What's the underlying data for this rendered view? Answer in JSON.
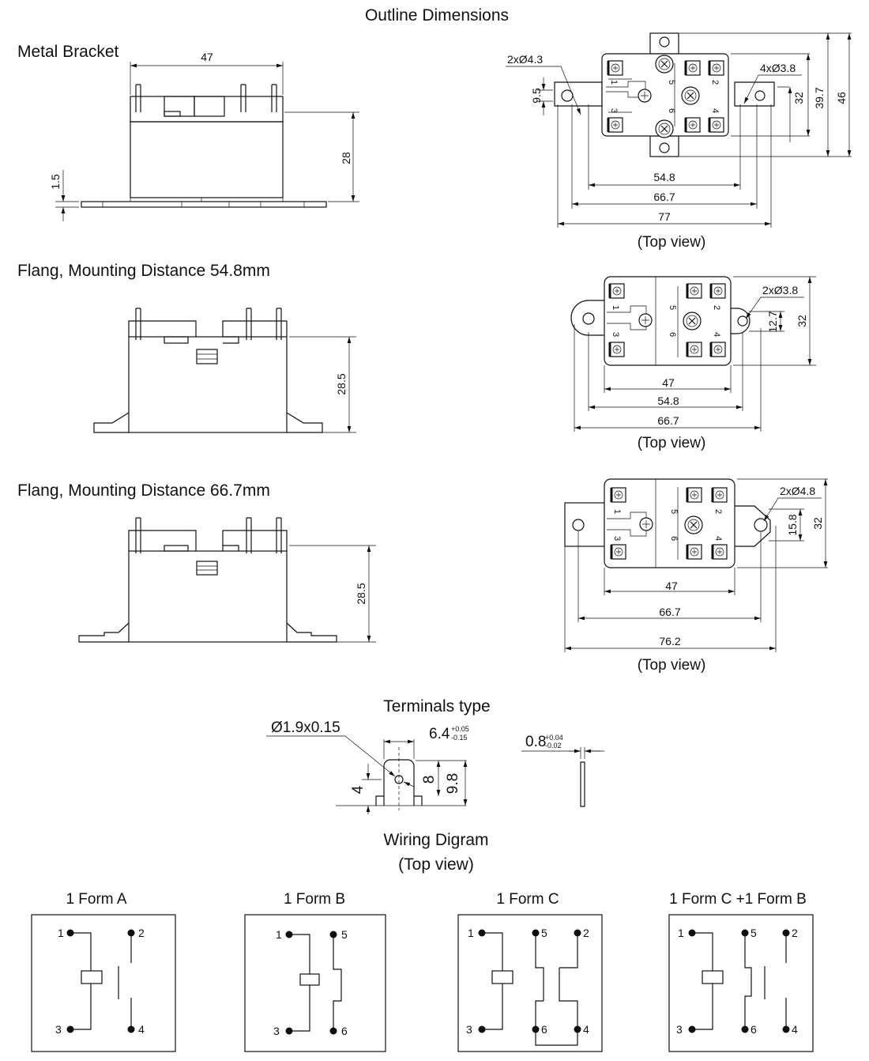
{
  "titles": {
    "outline": "Outline Dimensions",
    "terminals": "Terminals type",
    "wiring": "Wiring Digram",
    "wiring_sub": "(Top view)"
  },
  "sections": [
    {
      "label": "Metal Bracket",
      "side_dims": {
        "width": "47",
        "height": "28",
        "bracket": "1.5"
      },
      "top_view": {
        "caption": "(Top view)",
        "dims": [
          "54.8",
          "66.7",
          "77"
        ],
        "vertical_dims": [
          "9.5",
          "32",
          "39.7",
          "46"
        ],
        "holes_left": "2xØ4.3",
        "holes_right": "4xØ3.8"
      }
    },
    {
      "label": "Flang, Mounting Distance 54.8mm",
      "side_dims": {
        "height": "28.5"
      },
      "top_view": {
        "caption": "(Top view)",
        "dims": [
          "47",
          "54.8",
          "66.7"
        ],
        "vertical_dims": [
          "12.7",
          "32"
        ],
        "holes": "2xØ3.8"
      }
    },
    {
      "label": "Flang, Mounting Distance 66.7mm",
      "side_dims": {
        "height": "28.5"
      },
      "top_view": {
        "caption": "(Top view)",
        "dims": [
          "47",
          "66.7",
          "76.2"
        ],
        "vertical_dims": [
          "15.8",
          "32"
        ],
        "holes": "2xØ4.8"
      }
    }
  ],
  "terminal": {
    "hole": "Ø1.9x0.15",
    "width": "6.4",
    "width_tol_plus": "+0.05",
    "width_tol_minus": "-0.15",
    "thickness": "0.8",
    "thickness_tol_plus": "+0.04",
    "thickness_tol_minus": "-0.02",
    "dim_4": "4",
    "dim_8": "8",
    "dim_9_8": "9.8"
  },
  "top_pin_numbers": [
    "1",
    "2",
    "3",
    "4",
    "5",
    "6"
  ],
  "wiring": [
    {
      "title": "1 Form A",
      "pins": {
        "tl": "1",
        "tr": "2",
        "bl": "3",
        "br": "4"
      }
    },
    {
      "title": "1 Form B",
      "pins": {
        "tl": "1",
        "tr": "5",
        "bl": "3",
        "br": "6"
      }
    },
    {
      "title": "1 Form C",
      "pins": {
        "tl": "1",
        "tm": "5",
        "tr": "2",
        "bl": "3",
        "bm": "6",
        "br": "4"
      }
    },
    {
      "title": "1 Form C +1 Form B",
      "pins": {
        "tl": "1",
        "tm": "5",
        "tr": "2",
        "bl": "3",
        "bm": "6",
        "br": "4"
      }
    }
  ]
}
